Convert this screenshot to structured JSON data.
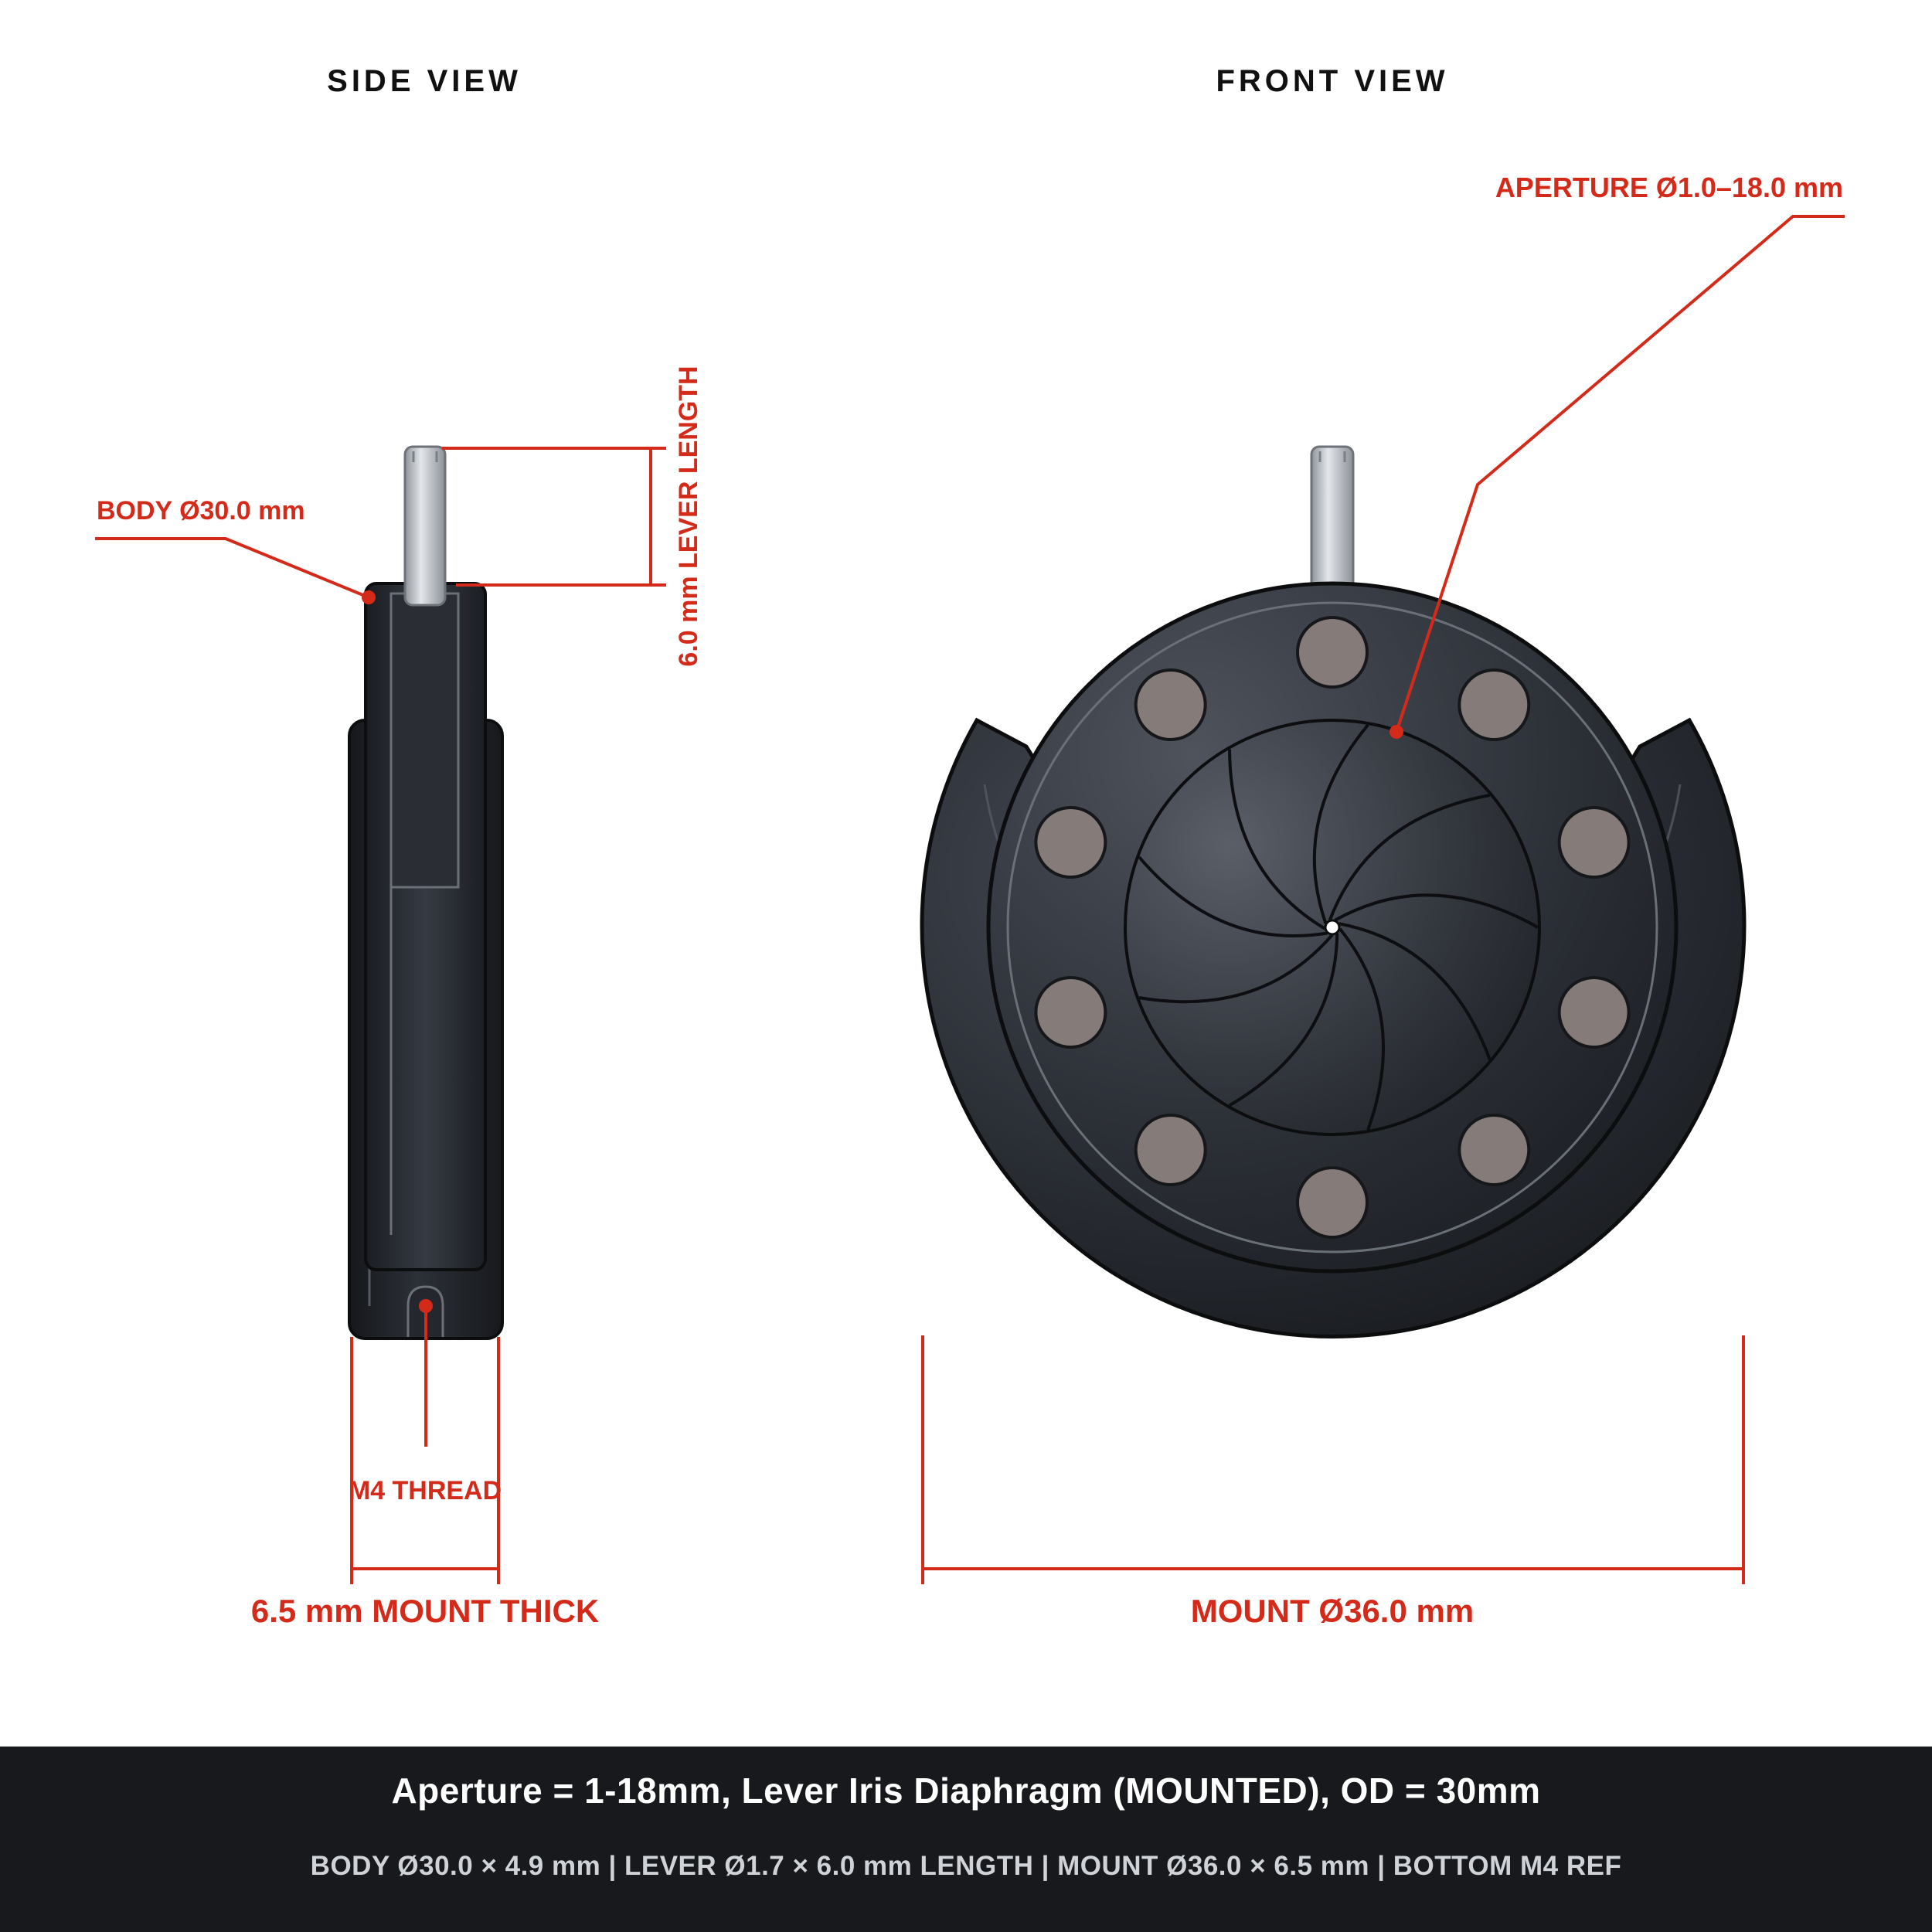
{
  "views": {
    "side_title": "SIDE VIEW",
    "front_title": "FRONT VIEW"
  },
  "callouts": {
    "body": "BODY Ø30.0 mm",
    "lever_length": "6.0 mm LEVER LENGTH",
    "thread": "M4 THREAD",
    "mount_thick": "6.5 mm MOUNT THICK",
    "aperture": "APERTURE Ø1.0–18.0 mm",
    "mount_diameter": "MOUNT Ø36.0 mm"
  },
  "footer": {
    "title": "Aperture = 1-18mm, Lever Iris Diaphragm (MOUNTED), OD = 30mm",
    "specs": "BODY Ø30.0 × 4.9 mm | LEVER Ø1.7 × 6.0 mm LENGTH | MOUNT Ø36.0 × 6.5 mm | BOTTOM M4 REF"
  },
  "iris": {
    "blade_count": 9,
    "screw_count": 10
  },
  "colors": {
    "annotation": "#d42a1a",
    "body_dark": "#1c1f24",
    "screw": "#857b78",
    "footer_bg": "#17191d"
  }
}
